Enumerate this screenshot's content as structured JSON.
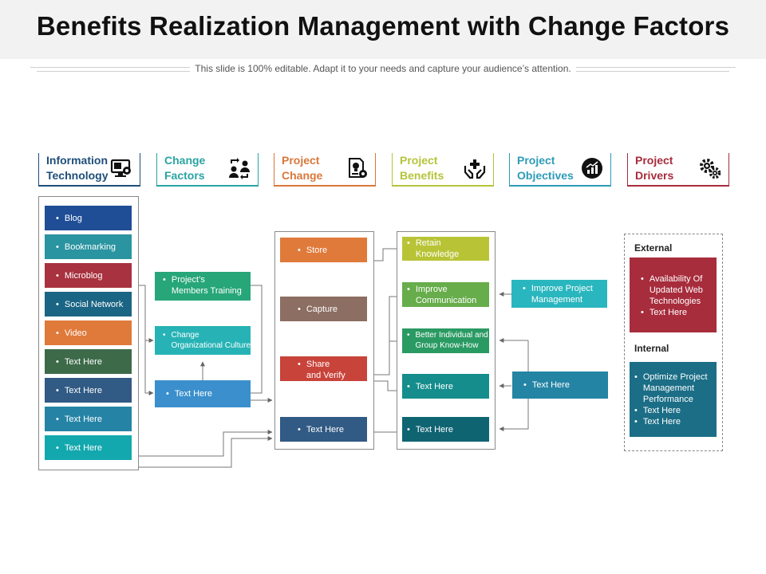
{
  "title": "Benefits Realization Management with Change Factors",
  "subtitle": "This slide is 100% editable. Adapt it to your needs and capture your audience’s attention.",
  "headers": [
    {
      "line1": "Information",
      "line2": "Technology",
      "color": "#1f4e79",
      "icon": "computer-settings-icon"
    },
    {
      "line1": "Change",
      "line2": "Factors",
      "color": "#2aa3a3",
      "icon": "people-exchange-icon"
    },
    {
      "line1": "Project",
      "line2": "Change",
      "color": "#d9773a",
      "icon": "idea-document-icon"
    },
    {
      "line1": "Project",
      "line2": "Benefits",
      "color": "#b5c33a",
      "icon": "care-hands-icon"
    },
    {
      "line1": "Project",
      "line2": "Objectives",
      "color": "#2e9bb8",
      "icon": "growth-chart-icon"
    },
    {
      "line1": "Project",
      "line2": "Drivers",
      "color": "#a72c3c",
      "icon": "gears-icon"
    }
  ],
  "it_items": [
    {
      "label": "Blog",
      "color": "#1f4e97"
    },
    {
      "label": "Bookmarking",
      "color": "#2a94a0"
    },
    {
      "label": "Microblog",
      "color": "#a8323f"
    },
    {
      "label": "Social Network",
      "color": "#1b6584"
    },
    {
      "label": "Video",
      "color": "#e07a3a"
    },
    {
      "label": "Text Here",
      "color": "#3d6b4a"
    },
    {
      "label": "Text Here",
      "color": "#315a84"
    },
    {
      "label": "Text Here",
      "color": "#2584a6"
    },
    {
      "label": "Text Here",
      "color": "#13a8ad"
    }
  ],
  "change_factors": {
    "training": {
      "line1": "Project’s",
      "line2": "Members Training",
      "color": "#27a67a"
    },
    "culture": {
      "line1": "Change",
      "line2": "Organizational Culture",
      "color": "#27b3b5"
    },
    "text": {
      "label": "Text Here",
      "color": "#3a8fcc"
    }
  },
  "project_change": [
    {
      "line1": "Store",
      "line2": "",
      "color": "#e07a3a"
    },
    {
      "line1": "Capture",
      "line2": "",
      "color": "#8c6e62"
    },
    {
      "line1": "Share",
      "line2": "and Verify",
      "color": "#c8433a"
    },
    {
      "line1": "Text Here",
      "line2": "",
      "color": "#315a84"
    }
  ],
  "benefits": [
    {
      "line1": "Retain",
      "line2": "Knowledge",
      "color": "#b8c436"
    },
    {
      "line1": "Improve",
      "line2": "Communication",
      "color": "#67ad4b"
    },
    {
      "line1": "Better Individual and",
      "line2": "Group Know-How",
      "color": "#2a9a63"
    },
    {
      "line1": "Text Here",
      "line2": "",
      "color": "#148d8c"
    },
    {
      "line1": "Text Here",
      "line2": "",
      "color": "#0f6472"
    }
  ],
  "objectives": {
    "improve": {
      "line1": "Improve Project",
      "line2": "Management",
      "color": "#2ab6be"
    },
    "text": {
      "label": "Text Here",
      "color": "#2484a4"
    }
  },
  "drivers": {
    "external_title": "External",
    "external_lines": [
      "Availability  Of",
      "Updated Web",
      "Technologies"
    ],
    "external_item2": "Text Here",
    "external_color": "#a72c3c",
    "internal_title": "Internal",
    "internal_lines": [
      "Optimize Project",
      "Management",
      "Performance"
    ],
    "internal_item2": "Text Here",
    "internal_item3": "Text Here",
    "internal_color": "#1b6e86"
  }
}
